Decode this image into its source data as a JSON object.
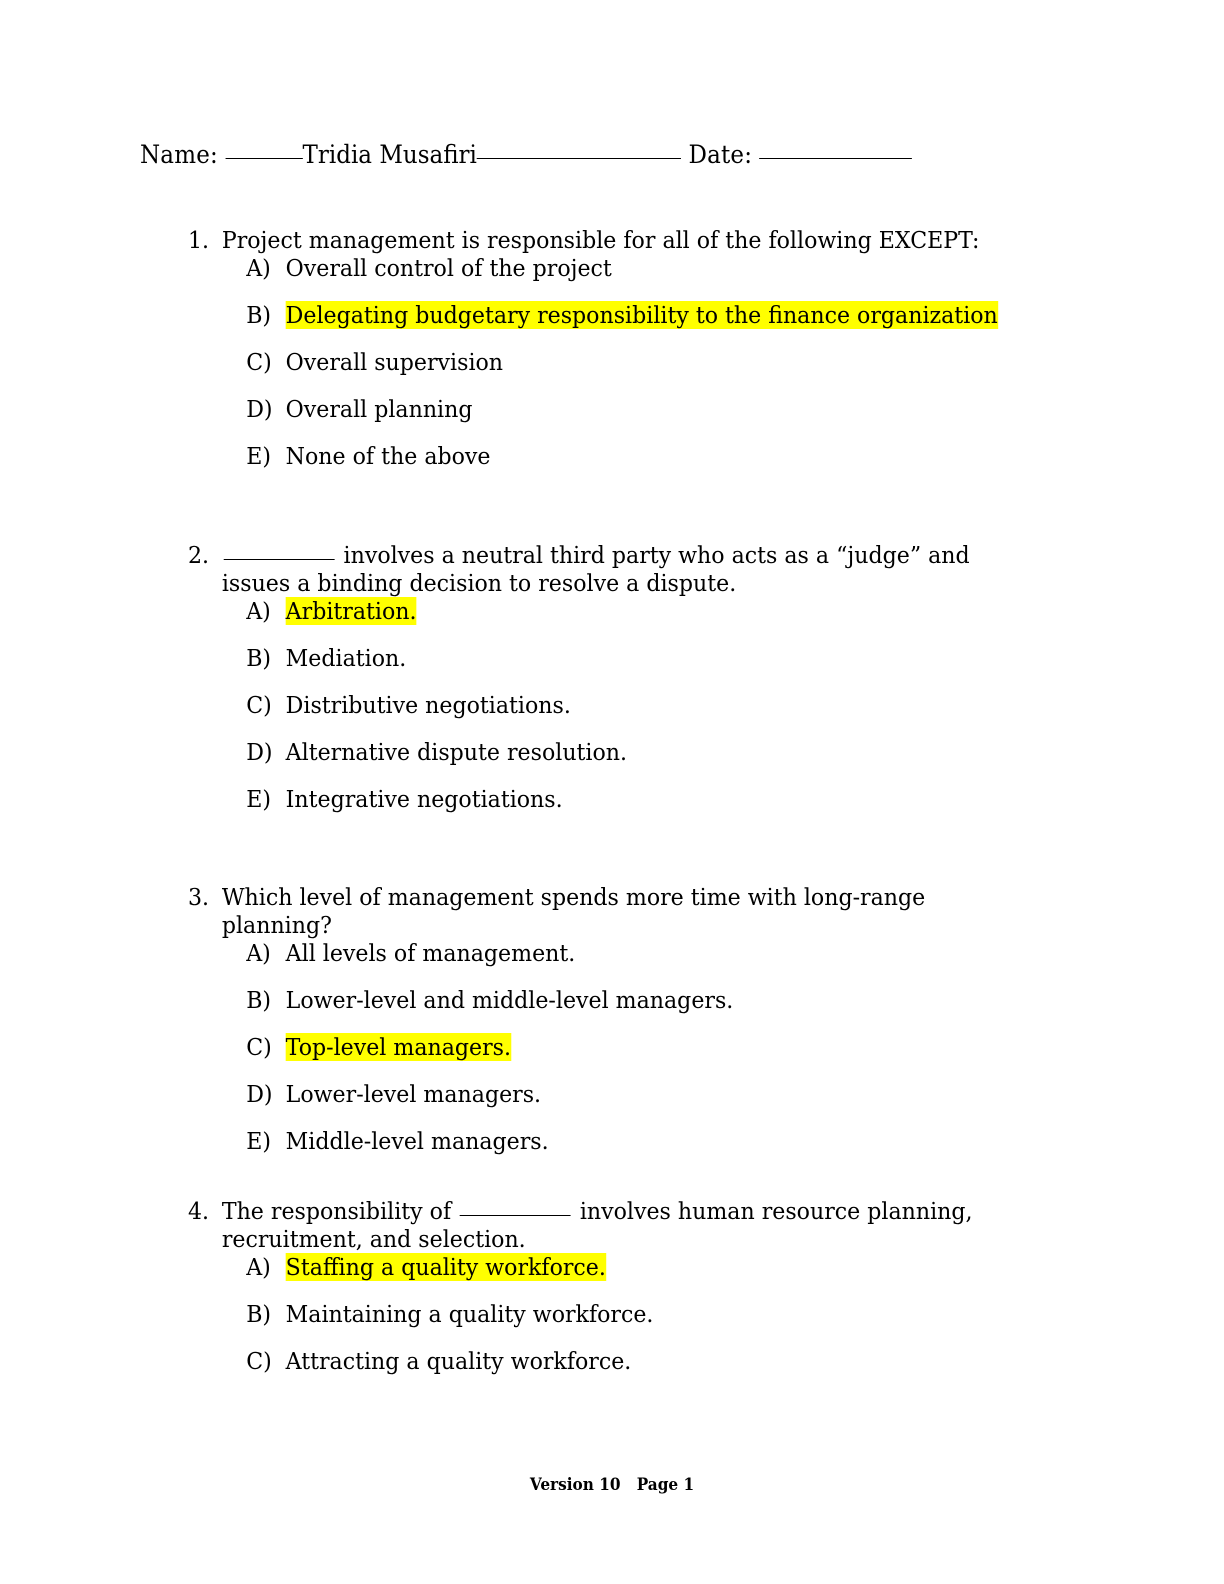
{
  "header": {
    "name_label": "Name:",
    "name_value": "Tridia Musafiri",
    "date_label": "Date:"
  },
  "questions": [
    {
      "number": "1.",
      "text_before": "Project management is responsible for all of the following EXCEPT:",
      "text_after": "",
      "has_blank": false,
      "options": [
        {
          "label": "A)",
          "text": "Overall control of the project",
          "highlighted": false
        },
        {
          "label": "B)",
          "text": "Delegating budgetary responsibility to the finance organization",
          "highlighted": true
        },
        {
          "label": "C)",
          "text": "Overall supervision",
          "highlighted": false
        },
        {
          "label": "D)",
          "text": "Overall planning",
          "highlighted": false
        },
        {
          "label": "E)",
          "text": "None of the above",
          "highlighted": false
        }
      ]
    },
    {
      "number": "2.",
      "text_before": "",
      "text_after": " involves a neutral third party who acts as a “judge” and issues a binding decision to resolve a dispute.",
      "has_blank": true,
      "options": [
        {
          "label": "A)",
          "text": "Arbitration.",
          "highlighted": true
        },
        {
          "label": "B)",
          "text": "Mediation.",
          "highlighted": false
        },
        {
          "label": "C)",
          "text": "Distributive negotiations.",
          "highlighted": false
        },
        {
          "label": "D)",
          "text": "Alternative dispute resolution.",
          "highlighted": false
        },
        {
          "label": "E)",
          "text": "Integrative negotiations.",
          "highlighted": false
        }
      ]
    },
    {
      "number": "3.",
      "text_before": "Which level of management spends more time with long-range planning?",
      "text_after": "",
      "has_blank": false,
      "options": [
        {
          "label": "A)",
          "text": "All levels of management.",
          "highlighted": false
        },
        {
          "label": "B)",
          "text": "Lower-level and middle-level managers.",
          "highlighted": false
        },
        {
          "label": "C)",
          "text": "Top-level managers.",
          "highlighted": true
        },
        {
          "label": "D)",
          "text": "Lower-level managers.",
          "highlighted": false
        },
        {
          "label": "E)",
          "text": "Middle-level managers.",
          "highlighted": false
        }
      ]
    },
    {
      "number": "4.",
      "text_before": "The responsibility of ",
      "text_after": " involves human resource planning, recruitment, and selection.",
      "has_blank": true,
      "options": [
        {
          "label": "A)",
          "text": "Staffing a quality workforce.",
          "highlighted": true
        },
        {
          "label": "B)",
          "text": "Maintaining a quality workforce.",
          "highlighted": false
        },
        {
          "label": "C)",
          "text": "Attracting a quality workforce.",
          "highlighted": false
        }
      ]
    }
  ],
  "footer": {
    "version": "Version 10",
    "page": "Page 1"
  },
  "colors": {
    "highlight": "#FFFF00",
    "text": "#000000",
    "background": "#FFFFFF"
  }
}
